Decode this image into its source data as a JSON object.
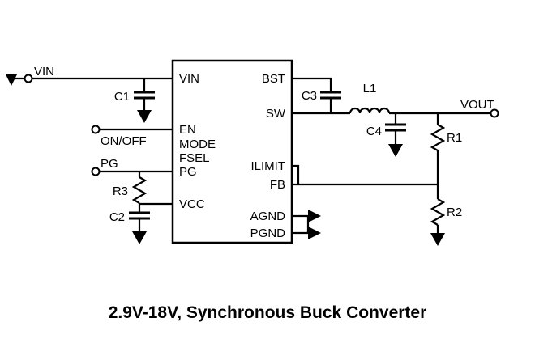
{
  "title": "2.9V-18V, Synchronous Buck Converter",
  "colors": {
    "line": "#000000",
    "background": "#ffffff"
  },
  "ic": {
    "left_pins": [
      "VIN",
      "EN",
      "MODE",
      "FSEL",
      "PG",
      "VCC"
    ],
    "right_pins": [
      "BST",
      "SW",
      "ILIMIT",
      "FB",
      "AGND",
      "PGND"
    ]
  },
  "nets": {
    "input": "VIN",
    "enable": "ON/OFF",
    "power_good": "PG",
    "output": "VOUT"
  },
  "components": {
    "c1": "C1",
    "c2": "C2",
    "c3": "C3",
    "c4": "C4",
    "r1": "R1",
    "r2": "R2",
    "r3": "R3",
    "l1": "L1"
  }
}
